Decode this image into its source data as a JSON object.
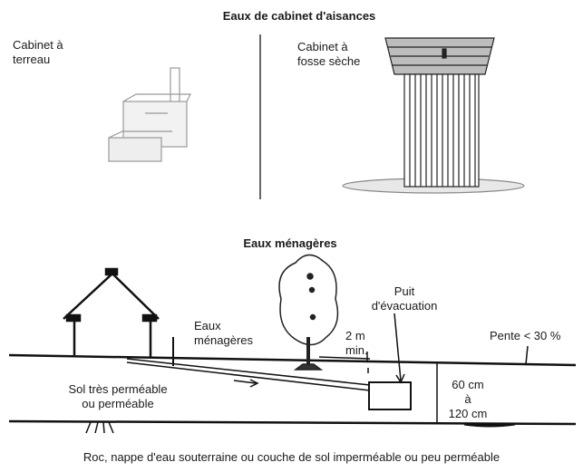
{
  "top": {
    "title": "Eaux de cabinet d'aisances",
    "left_label": "Cabinet à\nterreau",
    "right_label": "Cabinet à\nfosse sèche"
  },
  "bottom": {
    "title": "Eaux ménagères",
    "eaux_label": "Eaux\nménagères",
    "puit_label": "Puit\nd'évacuation",
    "pente_label": "Pente < 30 %",
    "dist_label": "2 m\nmin.",
    "soil_label": "Sol très perméable\nou perméable",
    "depth_label": "60 cm\nà\n120 cm",
    "caption": "Roc, nappe d'eau souterraine ou couche de sol imperméable ou peu perméable"
  }
}
